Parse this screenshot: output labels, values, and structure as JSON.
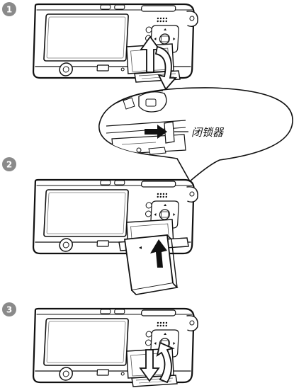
{
  "steps": [
    {
      "number": "1"
    },
    {
      "number": "2",
      "callout_label": "闭锁器"
    },
    {
      "number": "3"
    }
  ]
}
